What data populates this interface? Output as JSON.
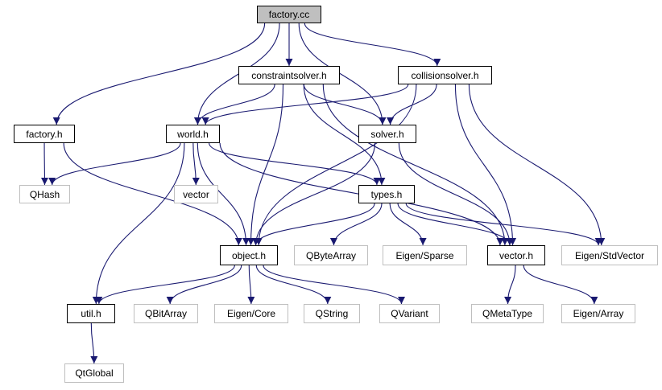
{
  "diagram": {
    "colors": {
      "edge": "#191970",
      "external_border": "#bfbfbf",
      "root_fill": "#bfbfbf"
    },
    "nodes": {
      "factory_cc": {
        "label": "factory.cc",
        "kind": "root"
      },
      "constraintsolver_h": {
        "label": "constraintsolver.h",
        "kind": "doc"
      },
      "collisionsolver_h": {
        "label": "collisionsolver.h",
        "kind": "doc"
      },
      "factory_h": {
        "label": "factory.h",
        "kind": "doc"
      },
      "world_h": {
        "label": "world.h",
        "kind": "doc"
      },
      "solver_h": {
        "label": "solver.h",
        "kind": "doc"
      },
      "qhash": {
        "label": "QHash",
        "kind": "ext"
      },
      "vector": {
        "label": "vector",
        "kind": "ext"
      },
      "types_h": {
        "label": "types.h",
        "kind": "doc"
      },
      "object_h": {
        "label": "object.h",
        "kind": "doc"
      },
      "qbytearray": {
        "label": "QByteArray",
        "kind": "ext"
      },
      "eigen_sparse": {
        "label": "Eigen/Sparse",
        "kind": "ext"
      },
      "vector_h": {
        "label": "vector.h",
        "kind": "doc"
      },
      "eigen_stdvector": {
        "label": "Eigen/StdVector",
        "kind": "ext"
      },
      "util_h": {
        "label": "util.h",
        "kind": "doc"
      },
      "qbitarray": {
        "label": "QBitArray",
        "kind": "ext"
      },
      "eigen_core": {
        "label": "Eigen/Core",
        "kind": "ext"
      },
      "qstring": {
        "label": "QString",
        "kind": "ext"
      },
      "qvariant": {
        "label": "QVariant",
        "kind": "ext"
      },
      "qmetatype": {
        "label": "QMetaType",
        "kind": "ext"
      },
      "eigen_array": {
        "label": "Eigen/Array",
        "kind": "ext"
      },
      "qtglobal": {
        "label": "QtGlobal",
        "kind": "ext"
      }
    },
    "edges": [
      [
        "factory_cc",
        "factory_h"
      ],
      [
        "factory_cc",
        "world_h"
      ],
      [
        "factory_cc",
        "constraintsolver_h"
      ],
      [
        "factory_cc",
        "solver_h"
      ],
      [
        "factory_cc",
        "collisionsolver_h"
      ],
      [
        "constraintsolver_h",
        "world_h"
      ],
      [
        "constraintsolver_h",
        "solver_h"
      ],
      [
        "constraintsolver_h",
        "object_h"
      ],
      [
        "constraintsolver_h",
        "types_h"
      ],
      [
        "constraintsolver_h",
        "vector_h"
      ],
      [
        "collisionsolver_h",
        "world_h"
      ],
      [
        "collisionsolver_h",
        "solver_h"
      ],
      [
        "collisionsolver_h",
        "object_h"
      ],
      [
        "collisionsolver_h",
        "vector_h"
      ],
      [
        "collisionsolver_h",
        "eigen_stdvector"
      ],
      [
        "factory_h",
        "qhash"
      ],
      [
        "factory_h",
        "object_h"
      ],
      [
        "world_h",
        "qhash"
      ],
      [
        "world_h",
        "vector"
      ],
      [
        "world_h",
        "types_h"
      ],
      [
        "world_h",
        "object_h"
      ],
      [
        "world_h",
        "vector_h"
      ],
      [
        "world_h",
        "util_h"
      ],
      [
        "solver_h",
        "object_h"
      ],
      [
        "solver_h",
        "vector_h"
      ],
      [
        "types_h",
        "object_h"
      ],
      [
        "types_h",
        "qbytearray"
      ],
      [
        "types_h",
        "eigen_sparse"
      ],
      [
        "types_h",
        "vector_h"
      ],
      [
        "types_h",
        "eigen_stdvector"
      ],
      [
        "object_h",
        "util_h"
      ],
      [
        "object_h",
        "qbitarray"
      ],
      [
        "object_h",
        "eigen_core"
      ],
      [
        "object_h",
        "qstring"
      ],
      [
        "object_h",
        "qvariant"
      ],
      [
        "vector_h",
        "qmetatype"
      ],
      [
        "vector_h",
        "eigen_array"
      ],
      [
        "util_h",
        "qtglobal"
      ]
    ]
  }
}
